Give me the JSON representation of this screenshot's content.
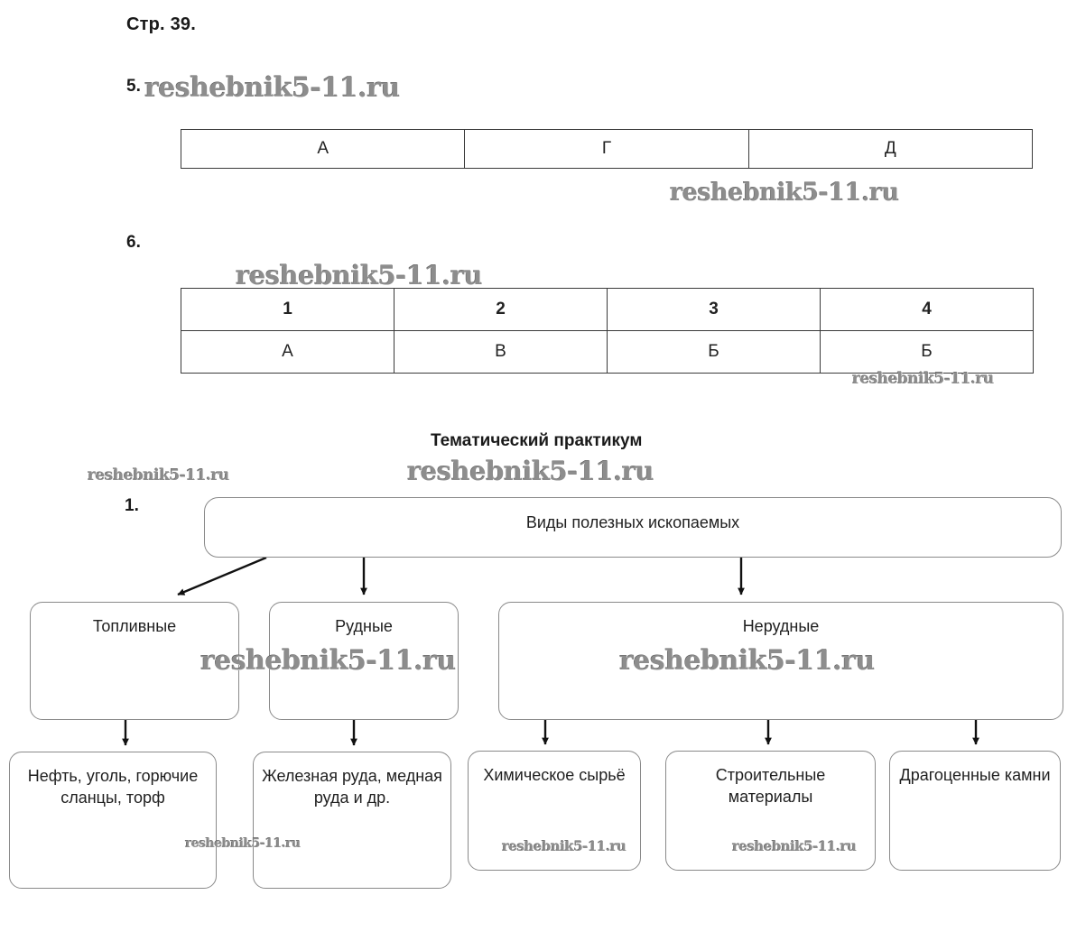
{
  "page": {
    "header": "Стр. 39.",
    "section_title": "Тематический практикум"
  },
  "tasks": {
    "five": {
      "number": "5."
    },
    "six": {
      "number": "6."
    },
    "one": {
      "number": "1."
    }
  },
  "table5": {
    "cells": [
      "А",
      "Г",
      "Д"
    ]
  },
  "table6": {
    "headers": [
      "1",
      "2",
      "3",
      "4"
    ],
    "answers": [
      "А",
      "В",
      "Б",
      "Б"
    ]
  },
  "diagram": {
    "root": "Виды полезных ископаемых",
    "categories": [
      {
        "label": "Топливные"
      },
      {
        "label": "Рудные"
      },
      {
        "label": "Нерудные"
      }
    ],
    "leaves": [
      {
        "label": "Нефть, уголь, горючие сланцы, торф"
      },
      {
        "label": "Железная руда, медная руда и др."
      },
      {
        "label": "Химическое сырьё"
      },
      {
        "label": "Строительные материалы"
      },
      {
        "label": "Драгоценные камни"
      }
    ]
  },
  "watermarks": {
    "text": "reshebnik5-11.ru",
    "instances": [
      "reshebnik5-11.ru",
      "reshebnik5-11.ru",
      "reshebnik5-11.ru",
      "reshebnik5-11.ru",
      "reshebnik5-11.ru",
      "reshebnik5-11.ru",
      "reshebnik5-11.ru",
      "reshebnik5-11.ru",
      "reshebnik5-11.ru",
      "reshebnik5-11.ru",
      "reshebnik5-11.ru"
    ]
  },
  "colors": {
    "text": "#1a1a1a",
    "node_border": "#8a8a8a",
    "table_border": "#3a3a3a",
    "watermark": "#8d8d8d",
    "background": "#ffffff"
  }
}
